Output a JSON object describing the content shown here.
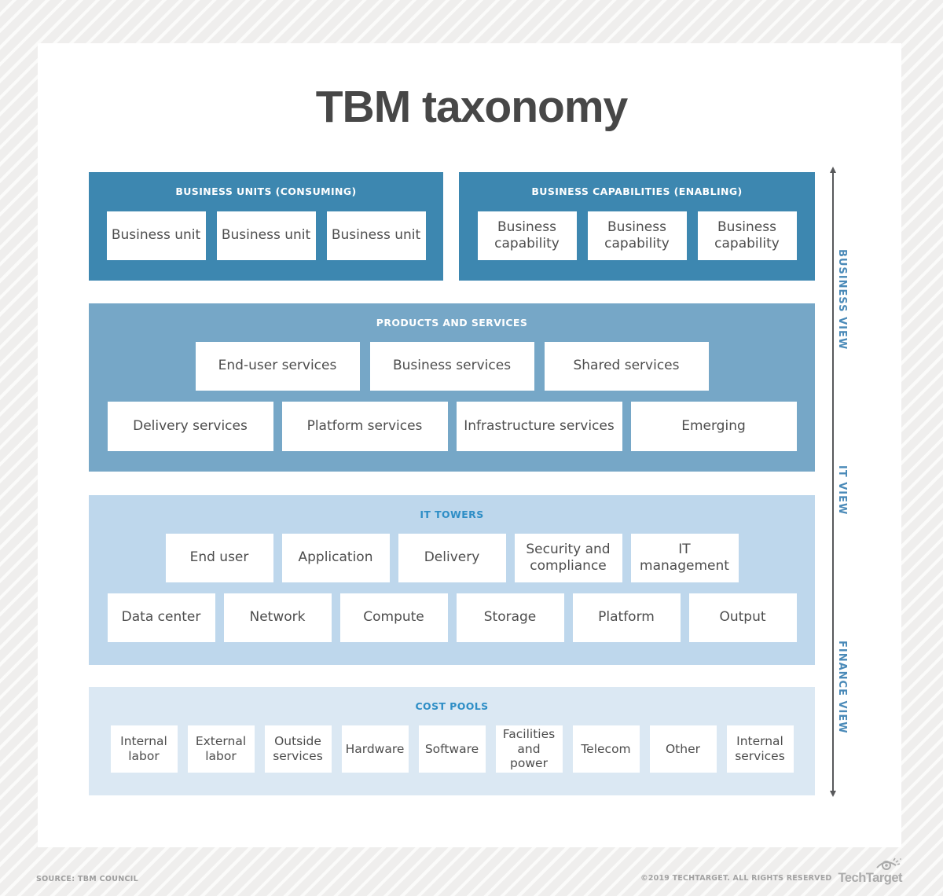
{
  "header": {
    "title": "TBM taxonomy"
  },
  "views": [
    "BUSINESS VIEW",
    "IT VIEW",
    "FINANCE VIEW"
  ],
  "bands": [
    {
      "id": "business-units",
      "title": "BUSINESS UNITS (CONSUMING)",
      "items": [
        "Business unit",
        "Business unit",
        "Business unit"
      ]
    },
    {
      "id": "business-capabilities",
      "title": "BUSINESS CAPABILITIES (ENABLING)",
      "items": [
        "Business capability",
        "Business capability",
        "Business capability"
      ]
    },
    {
      "id": "products-and-services",
      "title": "PRODUCTS AND SERVICES",
      "rows": [
        [
          "End-user services",
          "Business services",
          "Shared services"
        ],
        [
          "Delivery services",
          "Platform services",
          "Infrastructure services",
          "Emerging"
        ]
      ]
    },
    {
      "id": "it-towers",
      "title": "IT TOWERS",
      "rows": [
        [
          "End user",
          "Application",
          "Delivery",
          "Security and compliance",
          "IT management"
        ],
        [
          "Data center",
          "Network",
          "Compute",
          "Storage",
          "Platform",
          "Output"
        ]
      ]
    },
    {
      "id": "cost-pools",
      "title": "COST POOLS",
      "items": [
        "Internal labor",
        "External labor",
        "Outside services",
        "Hardware",
        "Software",
        "Facilities and power",
        "Telecom",
        "Other",
        "Internal services"
      ]
    }
  ],
  "footer": {
    "source": "SOURCE: TBM COUNCIL",
    "copyright": "©2019 TECHTARGET. ALL RIGHTS RESERVED",
    "brand": "TechTarget"
  },
  "icons": {
    "brand_icon": "techtarget-eye-icon"
  },
  "colors": {
    "band_business_teal": "#3d87b0",
    "band_products_blue": "#76a7c7",
    "band_it_towers_blue": "#bed7ec",
    "band_cost_pools_blue": "#dbe8f3",
    "header_accent_blue": "#2e8ec6",
    "view_label_blue": "#4a8ab8",
    "title_gray": "#474747",
    "box_text_gray": "#4d4d4d"
  }
}
